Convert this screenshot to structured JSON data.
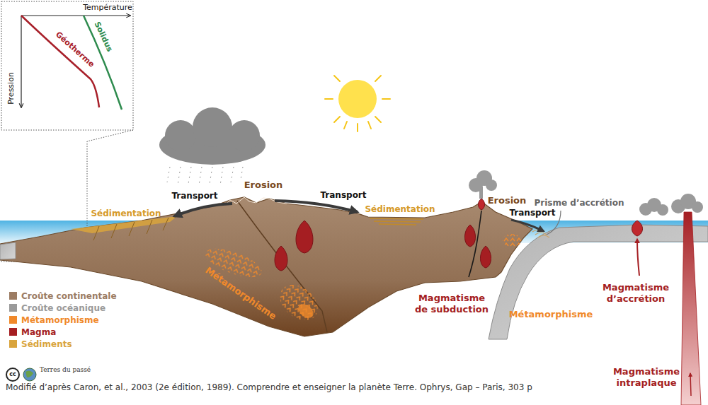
{
  "diagram": {
    "caption": "Modifié d’après Caron, et al., 2003 (2e édition, 1989). Comprendre et enseigner la planète Terre. Ophrys, Gap – Paris, 303 p",
    "labels": [
      "Température",
      "Pression",
      "Géotherme",
      "Solidus",
      "Erosion",
      "Transport",
      "Transport",
      "Sédimentation",
      "Sédimentation",
      "Erosion",
      "Transport",
      "Prisme d’accrétion",
      "Métamorphisme",
      "Magmatisme de subduction",
      "Métamorphisme",
      "Magmatisme d’accrétion",
      "Magmatisme intraplaque",
      "cc",
      "Terres du passé"
    ],
    "legend": [
      {
        "text": "Croûte continentale",
        "color": "#9c7c63"
      },
      {
        "text": "Croûte océanique",
        "color": "#9a9a9a"
      },
      {
        "text": "Métamorphisme",
        "color": "#f0892b"
      },
      {
        "text": "Magma",
        "color": "#a51e22"
      },
      {
        "text": "Sédiments",
        "color": "#d9a43c"
      }
    ]
  }
}
